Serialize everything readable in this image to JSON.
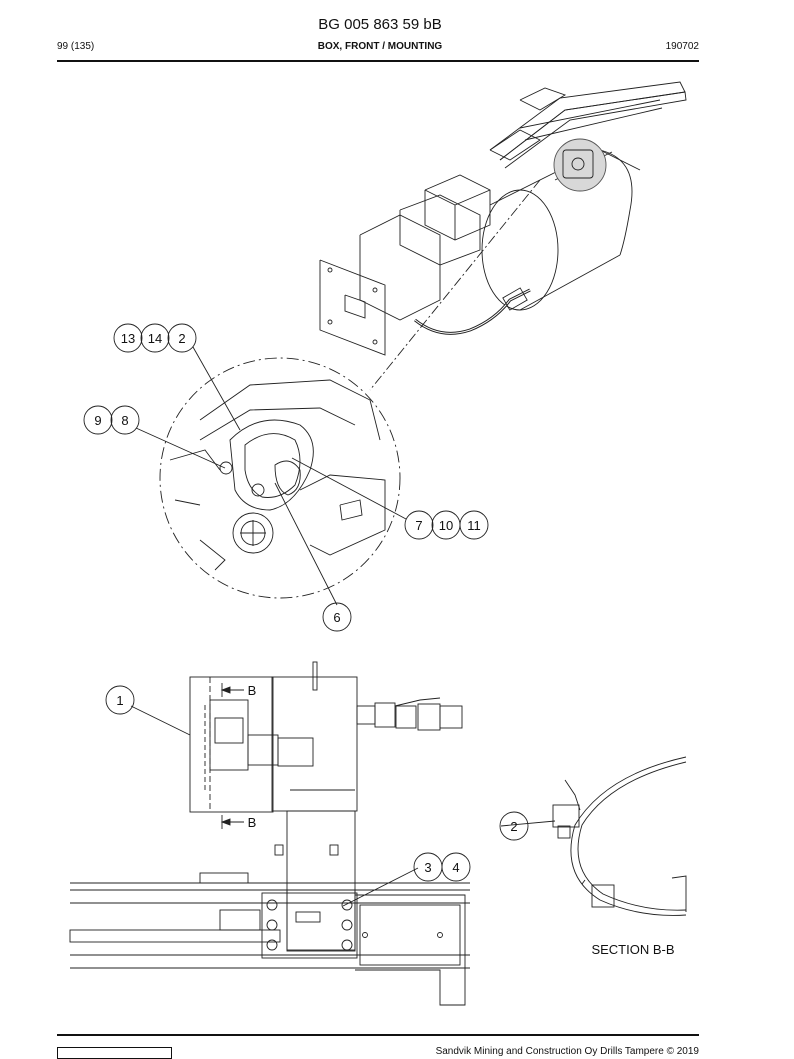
{
  "header": {
    "doc_number": "BG 005 863 59 bB",
    "page_info": "99 (135)",
    "subtitle": "BOX, FRONT / MOUNTING",
    "code": "190702"
  },
  "callouts": {
    "c13": "13",
    "c14": "14",
    "c2a": "2",
    "c9": "9",
    "c8": "8",
    "c7": "7",
    "c10": "10",
    "c11": "11",
    "c6": "6",
    "c1": "1",
    "c2b": "2",
    "c3": "3",
    "c4": "4"
  },
  "section_marks": {
    "top": "B",
    "bottom": "B"
  },
  "section_label": "SECTION B-B",
  "footer": {
    "copyright": "Sandvik Mining and Construction Oy Drills Tampere © 2019"
  }
}
